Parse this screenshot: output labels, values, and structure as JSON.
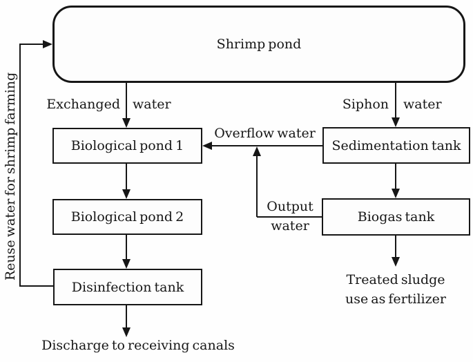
{
  "nodes": {
    "shrimp_pond": "Shrimp pond",
    "biological_pond_1": "Biological pond 1",
    "biological_pond_2": "Biological pond 2",
    "disinfection_tank": "Disinfection tank",
    "sedimentation_tank": "Sedimentation tank",
    "biogas_tank": "Biogas tank"
  },
  "labels": {
    "exchanged_left": "Exchanged",
    "exchanged_right": "water",
    "siphon_left": "Siphon",
    "siphon_right": "water",
    "overflow": "Overflow water",
    "output_line1": "Output",
    "output_line2": "water",
    "treated_line1": "Treated sludge",
    "treated_line2": "use as fertilizer",
    "discharge": "Discharge to receiving canals",
    "reuse": "Reuse water for shrimp farming"
  },
  "colors": {
    "line": "#161616",
    "background": "#ffffff",
    "box_fill": "#fdfdfd"
  }
}
